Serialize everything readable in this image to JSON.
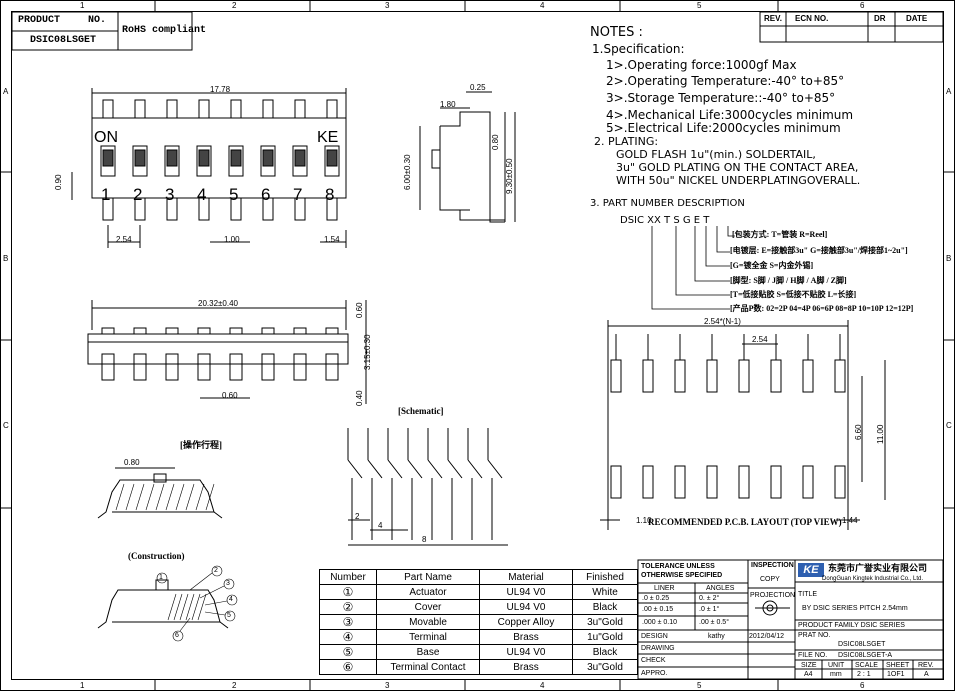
{
  "frame": {
    "top_cols": [
      "1",
      "2",
      "3",
      "4",
      "5",
      "6"
    ],
    "side_rows": [
      "A",
      "B",
      "C"
    ]
  },
  "product_box": {
    "product_label": "PRODUCT",
    "no_label": "NO.",
    "part_no": "DSIC08LSGET",
    "rohs": "RoHS compliant"
  },
  "rev_table": {
    "rev": "REV.",
    "ecn": "ECN NO.",
    "dr": "DR",
    "date": "DATE"
  },
  "notes": {
    "title": "NOTES :",
    "spec_title": "1.Specification:",
    "spec_1": "1>.Operating force:1000gf Max",
    "spec_2": "2>.Operating Temperature:-40° to+85°",
    "spec_3": "3>.Storage Temperature::-40° to+85°",
    "spec_4": "4>.Mechanical Life:3000cycles minimum",
    "spec_5": "5>.Electrical Life:2000cycles minimum",
    "plating_title": "2. PLATING:",
    "plating_1": "GOLD FLASH 1u\"(min.) SOLDERTAIL,",
    "plating_2": "3u\" GOLD PLATING  ON THE CONTACT AREA,",
    "plating_3": "WITH 50u\" NICKEL UNDERPLATINGOVERALL.",
    "part_title": "3. PART NUMBER DESCRIPTION",
    "part_code": "DSIC XX  T  S G E T",
    "legend_1": "[包装方式: T=管装  R=Reel]",
    "legend_2": "[电镀层: E=接触部3u\" G=接触部3u\"/焊接部1~2u\"]",
    "legend_3": "[G=镀全金  S=内金外锡]",
    "legend_4": "[脚型: S脚 / J脚 / H脚 / A脚 / Z脚]",
    "legend_5": "[T=低接贴胶 S=低接不贴胶 L=长接]",
    "legend_6": "[产品P数: 02=2P 04=4P 06=6P 08=8P 10=10P 12=12P]"
  },
  "front_view": {
    "dim_top": "17.78",
    "on_label": "ON",
    "ke_label": "KE",
    "numbers": [
      "1",
      "2",
      "3",
      "4",
      "5",
      "6",
      "7",
      "8"
    ],
    "dim_254": "2.54",
    "dim_100": "1.00",
    "dim_154": "1.54",
    "dim_090": "0.90"
  },
  "side_view": {
    "dim_025": "0.25",
    "dim_180": "1.80",
    "dim_080": "0.80",
    "dim_600": "6.00±0.30",
    "dim_930": "9.30±0.50"
  },
  "bottom_view": {
    "dim_2032": "20.32±0.40",
    "dim_060a": "0.60",
    "dim_315": "3.15±0.30",
    "dim_040": "0.40",
    "dim_060b": "0.60"
  },
  "schematic": {
    "title": "[Schematic]",
    "dim_2": "2",
    "dim_4": "4",
    "dim_8": "8"
  },
  "section_view": {
    "title": "[操作行程]",
    "dim_080": "0.80"
  },
  "construction": {
    "title": "(Construction)",
    "callouts": [
      "1",
      "2",
      "3",
      "4",
      "5",
      "6"
    ]
  },
  "pcb": {
    "dim_pitch": "2.54*(N-1)",
    "dim_254": "2.54",
    "dim_660": "6.60",
    "dim_1100": "11.00",
    "dim_110": "1.10",
    "dim_144": "1.44",
    "title": "RECOMMENDED P.C.B. LAYOUT (TOP VIEW)"
  },
  "bom": {
    "headers": [
      "Number",
      "Part Name",
      "Material",
      "Finished"
    ],
    "rows": [
      {
        "num": "①",
        "name": "Actuator",
        "material": "UL94 V0",
        "finish": "White"
      },
      {
        "num": "②",
        "name": "Cover",
        "material": "UL94 V0",
        "finish": "Black"
      },
      {
        "num": "③",
        "name": "Movable",
        "material": "Copper Alloy",
        "finish": "3u\"Gold"
      },
      {
        "num": "④",
        "name": "Terminal",
        "material": "Brass",
        "finish": "1u\"Gold"
      },
      {
        "num": "⑤",
        "name": "Base",
        "material": "UL94 V0",
        "finish": "Black"
      },
      {
        "num": "⑥",
        "name": "Terminal Contact",
        "material": "Brass",
        "finish": "3u\"Gold"
      }
    ]
  },
  "title_block": {
    "tol_title_1": "TOLERANCE UNLESS",
    "tol_title_2": "OTHERWISE SPECIFIED",
    "liner": "LINER",
    "angles": "ANGLES",
    "tol_1": ".0  ±  0.25",
    "tol_2": ".00 ±  0.15",
    "tol_3": ".000 ±  0.10",
    "ang_1": "0.  ±  2°",
    "ang_2": ".0  ±  1°",
    "ang_3": ".00  ±  0.5°",
    "inspection": "INSPECTION",
    "copy": "COPY",
    "projection": "PROJECTION",
    "design": "DESIGN",
    "designer": "kathy",
    "date": "2012/04/12",
    "drawing": "DRAWING",
    "check": "CHECK",
    "appro": "APPRO.",
    "logo": "KE",
    "company_cn": "东莞市广誉实业有限公司",
    "company_en": "DongGuan Kingtek Industrial Co., Ltd.",
    "title_label": "TITLE",
    "title_value": "BY DSIC SERIES PITCH 2.54mm",
    "family": "PRODUCT FAMILY DSIC SERIES",
    "part_label": "PRAT NO.",
    "part_value": "DSIC08LSGET",
    "file_label": "FILE NO.",
    "file_value": "DSIC08LSGET-A",
    "size": "SIZE",
    "unit": "UNIT",
    "scale": "SCALE",
    "sheet": "SHEET",
    "rev": "REV.",
    "size_v": "A4",
    "unit_v": "mm",
    "scale_v": "2 : 1",
    "sheet_v": "1OF1",
    "rev_v": "A"
  }
}
